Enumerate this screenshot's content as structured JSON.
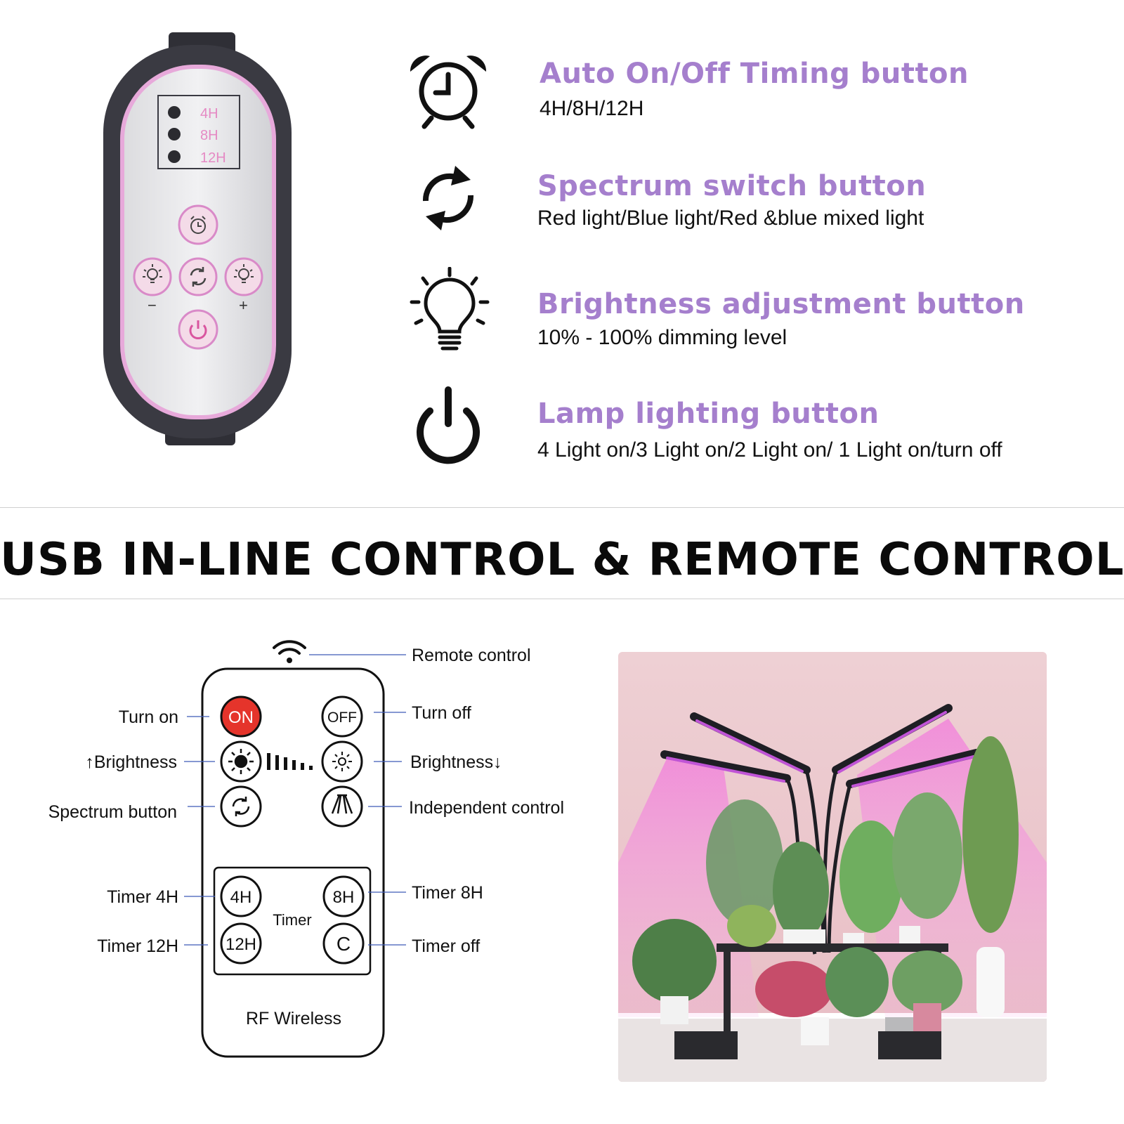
{
  "controller": {
    "timer_labels": [
      "4H",
      "8H",
      "12H"
    ],
    "minus_label": "−",
    "plus_label": "+"
  },
  "features": [
    {
      "icon": "alarm-clock-icon",
      "title": "Auto On/Off Timing button",
      "desc": "4H/8H/12H"
    },
    {
      "icon": "refresh-cycle-icon",
      "title": "Spectrum switch button",
      "desc": "Red light/Blue light/Red &blue mixed light"
    },
    {
      "icon": "light-bulb-icon",
      "title": "Brightness adjustment button",
      "desc": "10% - 100% dimming level"
    },
    {
      "icon": "power-icon",
      "title": "Lamp lighting button",
      "desc": "4 Light on/3 Light on/2 Light on/ 1 Light on/turn off"
    }
  ],
  "headline": "USB IN-LINE CONTROL & REMOTE CONTROL",
  "remote": {
    "buttons": {
      "on": "ON",
      "off": "OFF",
      "timer_4h": "4H",
      "timer_8h": "8H",
      "timer_12h": "12H",
      "timer_c": "C"
    },
    "timer_box_label": "Timer",
    "bottom_label": "RF Wireless",
    "labels": {
      "remote_control": "Remote control",
      "turn_on": "Turn on",
      "turn_off": "Turn off",
      "brightness_up": "↑Brightness",
      "brightness_down": "Brightness↓",
      "spectrum_button": "Spectrum button",
      "independent_control": "Independent control",
      "timer_4h": "Timer 4H",
      "timer_8h": "Timer 8H",
      "timer_12h": "Timer 12H",
      "timer_off": "Timer off"
    }
  },
  "colors": {
    "accent_purple": "#a57fcd",
    "on_red": "#e5342b",
    "leader_blue": "#3d5bb8",
    "controller_pink": "#d98ac8"
  }
}
